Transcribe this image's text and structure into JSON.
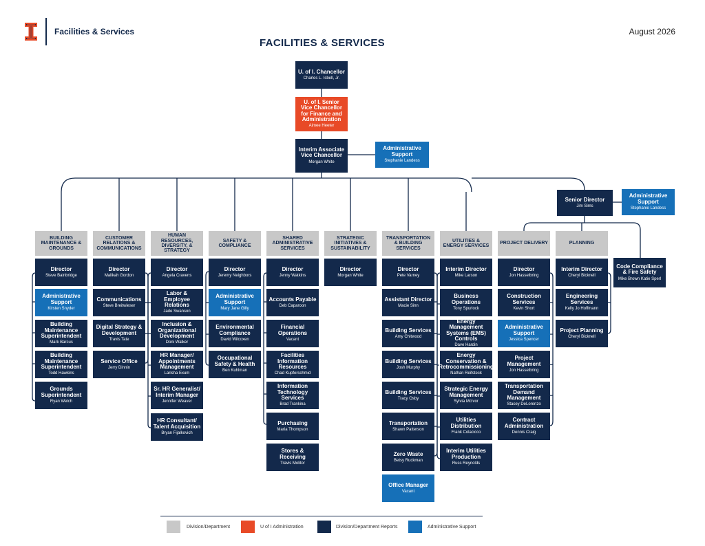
{
  "header": {
    "brand": "Facilities & Services",
    "date": "August 2026",
    "title": "FACILITIES & SERVICES"
  },
  "colors": {
    "navy": "#13294B",
    "orange": "#E84A27",
    "blue": "#1670B8",
    "grey": "#C8C8C8"
  },
  "top": {
    "chancellor": {
      "title": "U. of I. Chancellor",
      "name": "Charles L. Isbell, Jr."
    },
    "svc": {
      "title": "U. of I. Senior Vice Chancellor for Finance and Administration",
      "name": "Aimee Heeter"
    },
    "avc": {
      "title": "Interim Associate Vice Chancellor",
      "name": "Morgan White"
    },
    "avc_support": {
      "title": "Administrative Support",
      "name": "Stephanie Landess"
    },
    "senior_director": {
      "title": "Senior Director",
      "name": "Jim Sims"
    },
    "sd_support": {
      "title": "Administrative Support",
      "name": "Stephanie Landess"
    }
  },
  "divisions": {
    "bmg": "BUILDING MAINTENANCE & GROUNDS",
    "crc": "CUSTOMER RELATIONS & COMMUNICATIONS",
    "hr": "HUMAN RESOURCES, DIVERSITY, & STRATEGY",
    "sc": "SAFETY & COMPLIANCE",
    "sas": "SHARED ADMINISTRATIVE SERVICES",
    "sis": "STRATEGIC INITIATIVES & SUSTAINABILITY",
    "tbs": "TRANSPORTATION & BUILDING SERVICES",
    "ues": "UTILITIES & ENERGY SERVICES",
    "pd": "PROJECT DELIVERY",
    "pl": "PLANNING"
  },
  "boxes": {
    "bmg_dir": {
      "title": "Director",
      "name": "Steve Bainbridge"
    },
    "bmg_admin": {
      "title": "Administrative Support",
      "name": "Kirsten Snyder"
    },
    "bmg_sup1": {
      "title": "Building Maintenance Superintendent",
      "name": "Mark Barcus"
    },
    "bmg_sup2": {
      "title": "Building Maintenance Superintendent",
      "name": "Todd Hawkins"
    },
    "bmg_grounds": {
      "title": "Grounds Superintendent",
      "name": "Ryan Welch"
    },
    "crc_dir": {
      "title": "Director",
      "name": "Malikah Gordon"
    },
    "crc_comm": {
      "title": "Communications",
      "name": "Steve Breitwieser"
    },
    "crc_digital": {
      "title": "Digital Strategy & Development",
      "name": "Travis Tate"
    },
    "crc_service": {
      "title": "Service Office",
      "name": "Jerry Dinnin"
    },
    "hr_dir": {
      "title": "Director",
      "name": "Angela Cravens"
    },
    "hr_labor": {
      "title": "Labor & Employee Relations",
      "name": "Jade Swanson"
    },
    "hr_incl": {
      "title": "Inclusion & Organizational Development",
      "name": "Doni Walker"
    },
    "hr_mgr": {
      "title": "HR Manager/ Appointments Management",
      "name": "Larisha Exum"
    },
    "hr_gen": {
      "title": "Sr. HR Generalist/ Interim Manager",
      "name": "Jennifer Weaver"
    },
    "hr_cons": {
      "title": "HR Consultant/ Talent Acquisition",
      "name": "Bryan Fijalkovich"
    },
    "sc_dir": {
      "title": "Director",
      "name": "Jeremy Neighbors"
    },
    "sc_admin": {
      "title": "Administrative Support",
      "name": "Mary Jane Gilly"
    },
    "sc_env": {
      "title": "Environmental Compliance",
      "name": "David Wilcoxen"
    },
    "sc_occ": {
      "title": "Occupational Safety & Health",
      "name": "Ben Kuhlman"
    },
    "sas_dir": {
      "title": "Director",
      "name": "Jenny Watkins"
    },
    "sas_ap": {
      "title": "Accounts Payable",
      "name": "Deb Caparoon"
    },
    "sas_fin": {
      "title": "Financial Operations",
      "name": "Vacant"
    },
    "sas_fir": {
      "title": "Facilities Information Resources",
      "name": "Chad Kupferschmid"
    },
    "sas_its": {
      "title": "Information Technology Services",
      "name": "Brad Trankina"
    },
    "sas_purch": {
      "title": "Purchasing",
      "name": "Maria Thompson"
    },
    "sas_stores": {
      "title": "Stores & Receiving",
      "name": "Travis Molitor"
    },
    "sis_dir": {
      "title": "Director",
      "name": "Morgan White"
    },
    "tbs_dir": {
      "title": "Director",
      "name": "Pete Varney"
    },
    "tbs_asst": {
      "title": "Assistant Director",
      "name": "Macie Sinn"
    },
    "tbs_bs1": {
      "title": "Building Services",
      "name": "Amy Chitwood"
    },
    "tbs_bs2": {
      "title": "Building Services",
      "name": "Josh Murphy"
    },
    "tbs_bs3": {
      "title": "Building Services",
      "name": "Tracy Osby"
    },
    "tbs_trans": {
      "title": "Transportation",
      "name": "Shawn Patterson"
    },
    "tbs_zero": {
      "title": "Zero Waste",
      "name": "Betsy Ruckman"
    },
    "tbs_office": {
      "title": "Office Manager",
      "name": "Vacant"
    },
    "ues_dir": {
      "title": "Interim Director",
      "name": "Mike Larson"
    },
    "ues_bus": {
      "title": "Business Operations",
      "name": "Tony Spurlock"
    },
    "ues_ems": {
      "title": "Energy Management Systems (EMS) Controls",
      "name": "Dave Hardin"
    },
    "ues_ecr": {
      "title": "Energy Conservation & Retrocommissioning",
      "name": "Nathan Reifsteck"
    },
    "ues_sem": {
      "title": "Strategic Energy Management",
      "name": "Sylvia McIvor"
    },
    "ues_util": {
      "title": "Utilities Distribution",
      "name": "Frank Colacicco"
    },
    "ues_prod": {
      "title": "Interim Utilities Production",
      "name": "Russ Reynolds"
    },
    "pd_dir": {
      "title": "Director",
      "name": "Jon Hasselbring"
    },
    "pd_const": {
      "title": "Construction Services",
      "name": "Kevin Short"
    },
    "pd_admin": {
      "title": "Administrative Support",
      "name": "Jessica Spencer"
    },
    "pd_pm": {
      "title": "Project Management",
      "name": "Jon Hasselbring"
    },
    "pd_tdm": {
      "title": "Transportation Demand Management",
      "name": "Stacey DeLorenzo"
    },
    "pd_contract": {
      "title": "Contract Administration",
      "name": "Dennis Craig"
    },
    "pl_dir": {
      "title": "Interim Director",
      "name": "Cheryl Bicknell"
    },
    "pl_eng": {
      "title": "Engineering Services",
      "name": "Kelly Jo Hoffmann"
    },
    "pl_pp": {
      "title": "Project Planning",
      "name": "Cheryl Bicknell"
    },
    "code": {
      "title": "Code Compliance & Fire Safety",
      "name": "Mike Brown Katie Sperl"
    }
  },
  "legend": {
    "division": "Division/Department",
    "uofi": "U of I Administration",
    "reports": "Division/Department Reports",
    "admin": "Administrative Support"
  }
}
